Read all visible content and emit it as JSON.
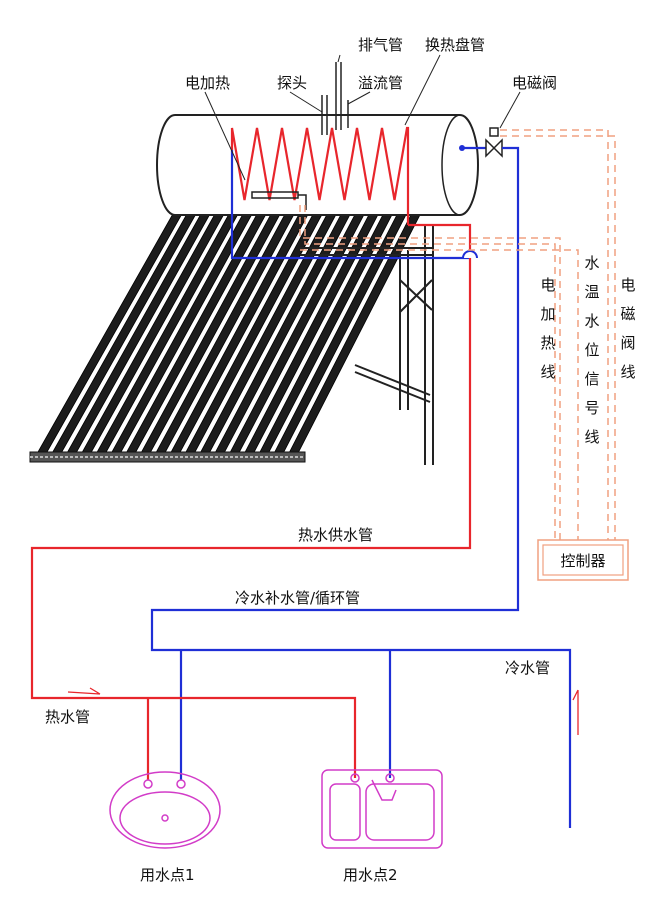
{
  "labels": {
    "exhaust_pipe": "排气管",
    "heat_exchange_coil": "换热盘管",
    "electric_heater": "电加热",
    "probe": "探头",
    "overflow_pipe": "溢流管",
    "solenoid_valve": "电磁阀",
    "electric_heating_line": "电加热线",
    "water_temp_level_signal_line": "水温水位信号线",
    "solenoid_valve_line": "电磁阀线",
    "controller": "控制器",
    "hot_water_supply_pipe": "热水供水管",
    "cold_water_makeup_circulation_pipe": "冷水补水管/循环管",
    "cold_water_pipe": "冷水管",
    "hot_water_pipe": "热水管",
    "water_point_1": "用水点1",
    "water_point_2": "用水点2"
  },
  "colors": {
    "hot": "#e8262c",
    "cold": "#1f2fd6",
    "signal": "#f0a080",
    "fixture": "#d23cc8",
    "outline": "#222222"
  }
}
